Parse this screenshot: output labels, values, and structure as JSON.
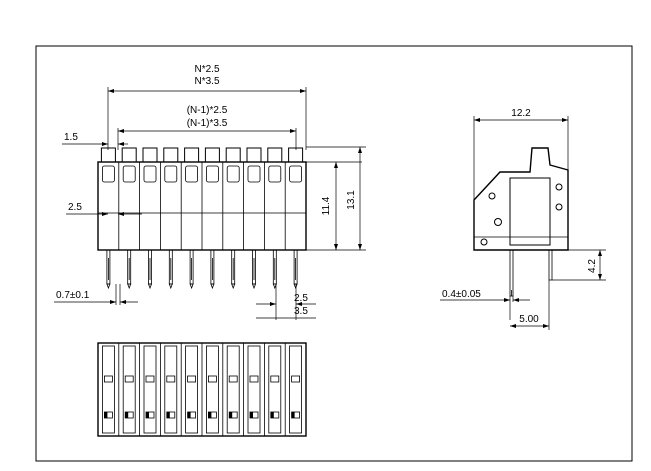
{
  "front_view": {
    "dims": {
      "overall_width_a": "N*2.5",
      "overall_width_b": "N*3.5",
      "pitch_span_a": "(N-1)*2.5",
      "pitch_span_b": "(N-1)*3.5",
      "top_offset": "1.5",
      "left_pitch": "2.5",
      "height_body": "11.4",
      "height_total": "13.1",
      "pin_width": "0.7±0.1",
      "pitch_a": "2.5",
      "pitch_b": "3.5"
    },
    "pin_count": 10
  },
  "side_view": {
    "dims": {
      "width": "12.2",
      "pin_length": "4.2",
      "pin_thickness": "0.4±0.05",
      "pin_spacing": "5.00"
    }
  },
  "bottom_view": {
    "pin_count": 10
  }
}
